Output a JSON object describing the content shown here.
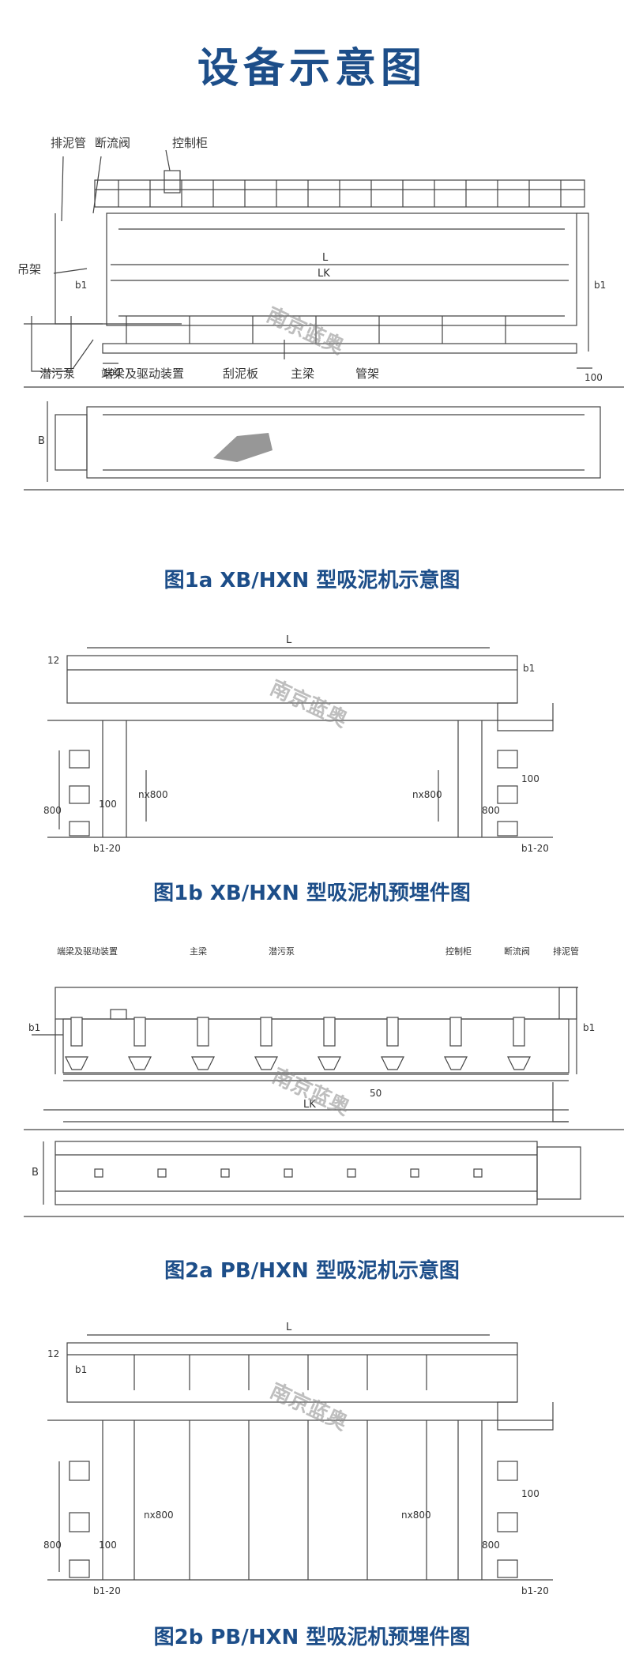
{
  "title": "设备示意图",
  "watermark": "南京蓝奥",
  "fig1a": {
    "caption": "图1a  XB/HXN 型吸泥机示意图",
    "labels": {
      "mud_pipe": "排泥管",
      "cutoff_valve": "断流阀",
      "control_cabinet": "控制柜",
      "hanger": "吊架",
      "b1_left": "b1",
      "b1_right": "b1",
      "L": "L",
      "LK": "LK",
      "d100_left": "100",
      "d100_right": "100",
      "pump": "潜污泵",
      "end_beam": "端梁及驱动装置",
      "scraper": "刮泥板",
      "main_beam": "主梁",
      "pipe_rack": "管架",
      "B": "B"
    }
  },
  "fig1b": {
    "caption": "图1b XB/HXN 型吸泥机预埋件图",
    "labels": {
      "L": "L",
      "d12": "12",
      "b1": "b1",
      "d800": "800",
      "d100": "100",
      "nx800_left": "nx800",
      "nx800_right": "nx800",
      "b1_20_left": "b1-20",
      "b1_20_right": "b1-20",
      "d100_right": "100",
      "d800_right": "800"
    }
  },
  "fig2a": {
    "caption": "图2a PB/HXN 型吸泥机示意图",
    "labels": {
      "end_beam": "端梁及驱动装置",
      "main_beam": "主梁",
      "pump": "潜污泵",
      "control_cabinet": "控制柜",
      "cutoff_valve": "断流阀",
      "mud_pipe": "排泥管",
      "b1_left": "b1",
      "b1_right": "b1",
      "d50": "50",
      "LK": "LK",
      "B": "B"
    }
  },
  "fig2b": {
    "caption": "图2b PB/HXN 型吸泥机预埋件图",
    "labels": {
      "L": "L",
      "d12": "12",
      "b1": "b1",
      "d800": "800",
      "d100": "100",
      "nx800_left": "nx800",
      "nx800_right": "nx800",
      "b1_20_left": "b1-20",
      "b1_20_right": "b1-20",
      "d100_right": "100",
      "d800_right": "800"
    }
  }
}
